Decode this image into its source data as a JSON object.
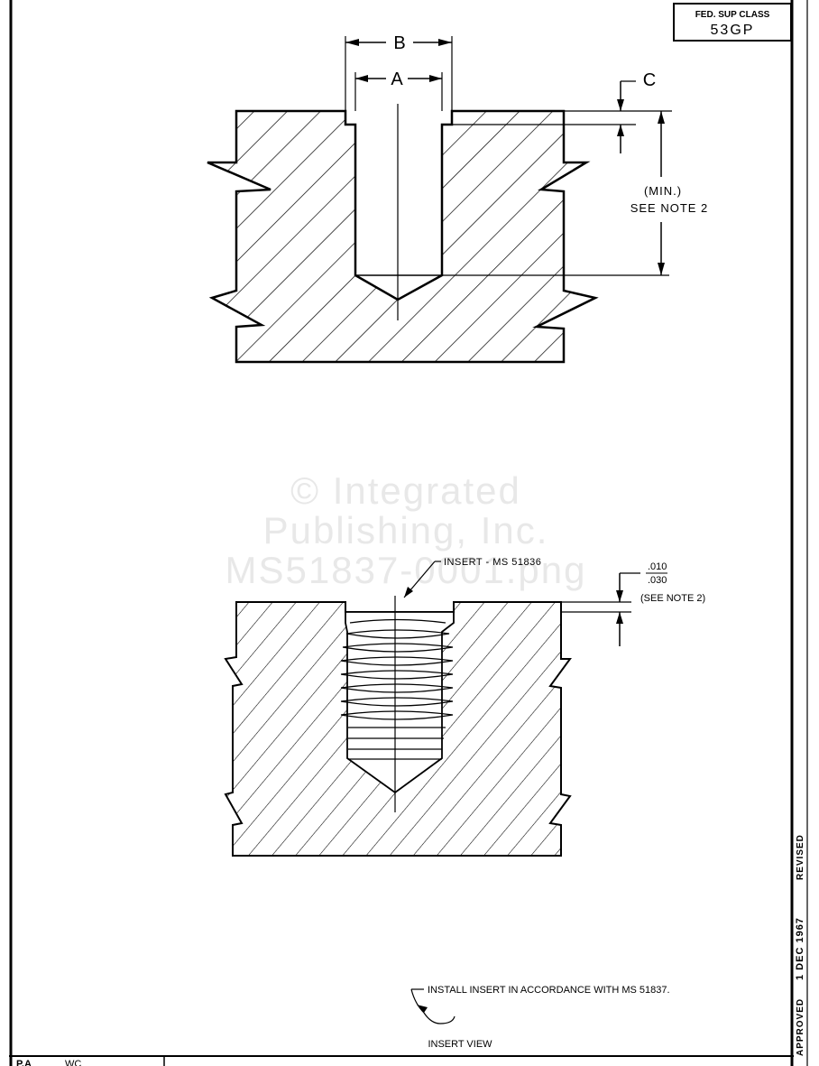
{
  "class_block": {
    "heading": "FED. SUP CLASS",
    "value": "53GP"
  },
  "upper_view": {
    "dim_b": "B",
    "dim_a": "A",
    "dim_c": "C",
    "depth_note_line1": "(MIN.)",
    "depth_note_line2": "SEE NOTE 2"
  },
  "watermark": [
    "© Integrated",
    "Publishing, Inc.",
    "MS51837-0001.png"
  ],
  "lower_view": {
    "insert_callout": "INSERT - MS 51836",
    "tol_upper": ".010",
    "tol_lower": ".030",
    "tol_note": "(SEE NOTE 2)",
    "install_note": "INSTALL INSERT IN ACCORDANCE WITH MS 51837.",
    "view_label": "INSERT VIEW"
  },
  "side_strip": {
    "approved": "APPROVED",
    "date": "1 DEC 1967",
    "revised": "REVISED"
  },
  "bottom_strip": {
    "left_code": "P.A",
    "mid_code": "WC"
  }
}
